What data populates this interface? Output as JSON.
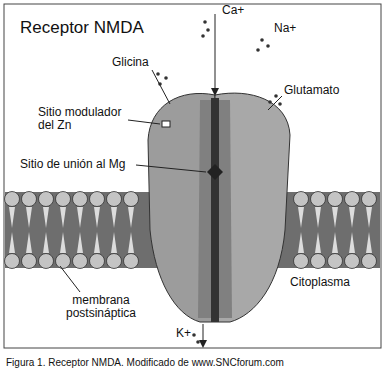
{
  "diagram": {
    "title": "Receptor NMDA",
    "caption": "Figura 1. Receptor NMDA. Modificado de www.SNCforum.com",
    "labels": [
      "Ca+",
      "Na+",
      "Glicina",
      "Glutamato",
      "Sitio modulador del Zn",
      "Sitio de unión al Mg",
      "membrana postsináptica",
      "Citoplasma",
      "K+"
    ]
  }
}
